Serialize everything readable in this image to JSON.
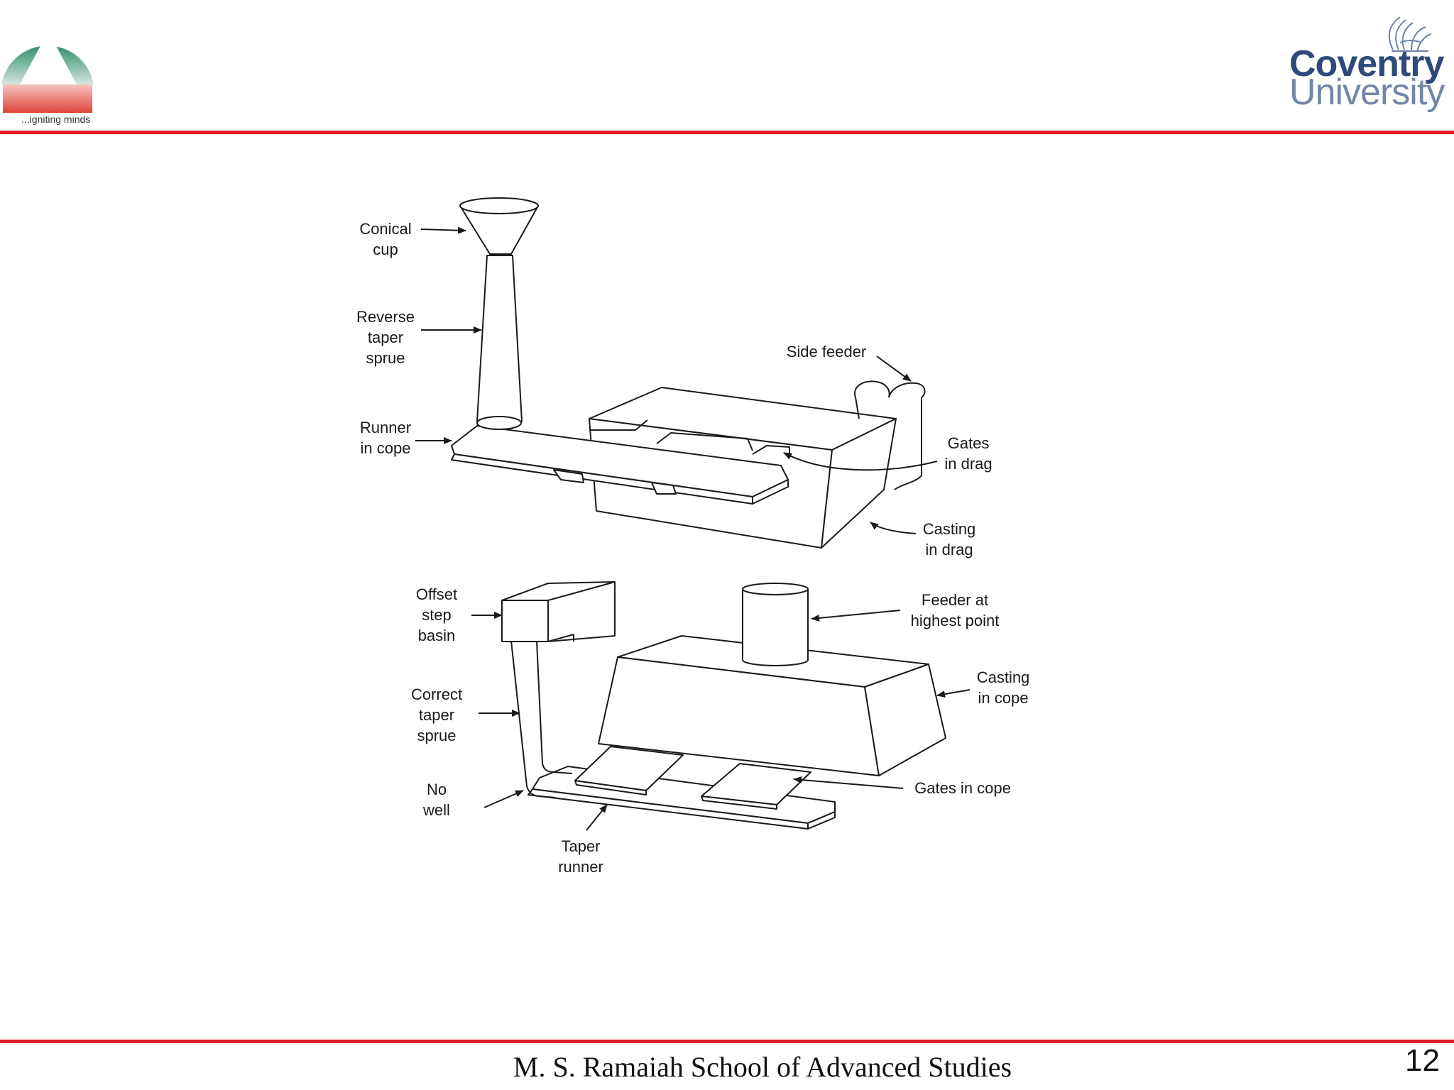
{
  "header": {
    "left_logo": {
      "tagline": "...igniting minds",
      "icon": "msrsas-triangle-logo"
    },
    "right_logo": {
      "line1": "Coventry",
      "line2": "University",
      "icon": "coventry-phoenix-logo"
    },
    "rule_color": "#e31b23"
  },
  "diagram": {
    "upper": {
      "conical_cup": "Conical\ncup",
      "reverse_taper_sprue": "Reverse\ntaper\nsprue",
      "runner_in_cope": "Runner\nin cope",
      "side_feeder": "Side feeder",
      "gates_in_drag": "Gates\nin drag",
      "casting_in_drag": "Casting\nin drag"
    },
    "lower": {
      "offset_step_basin": "Offset\nstep\nbasin",
      "correct_taper_sprue": "Correct\ntaper\nsprue",
      "no_well": "No\nwell",
      "taper_runner": "Taper\nrunner",
      "feeder_at_highest_point": "Feeder at\nhighest point",
      "casting_in_cope": "Casting\nin cope",
      "gates_in_cope": "Gates in cope"
    }
  },
  "footer": {
    "institution": "M. S. Ramaiah School of Advanced Studies",
    "page_number": "12"
  }
}
